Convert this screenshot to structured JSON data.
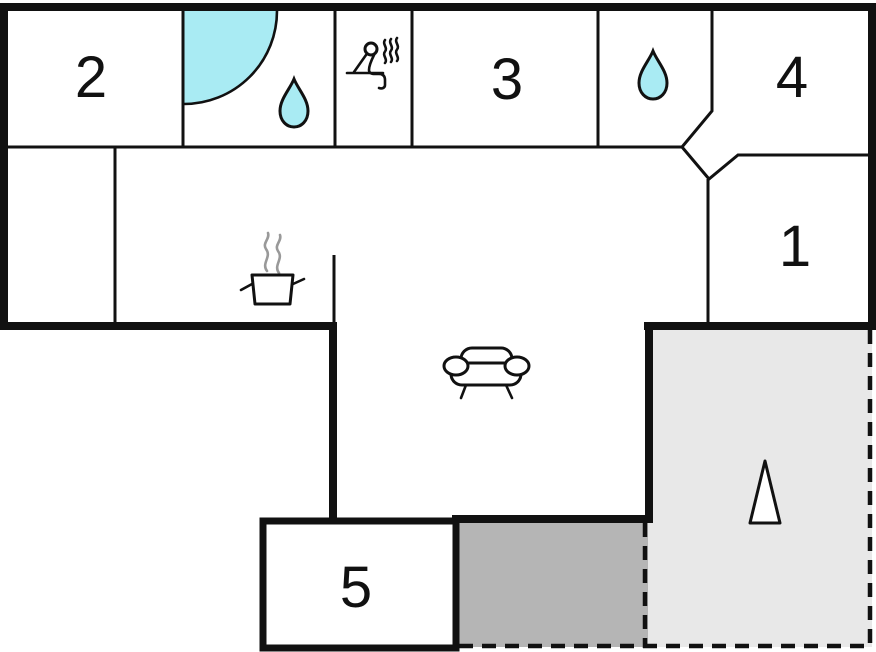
{
  "rooms": [
    {
      "label": "1"
    },
    {
      "label": "2"
    },
    {
      "label": "3"
    },
    {
      "label": "4"
    },
    {
      "label": "5"
    }
  ],
  "icons": {
    "bathroom_tub": "corner-bathtub-icon",
    "bathroom_drop": "water-drop-icon",
    "sauna": "sauna-person-steam-icon",
    "wc_drop": "water-drop-icon",
    "kitchen": "cooking-pot-steam-icon",
    "living": "sofa-icon",
    "terrace": "tree-icon"
  },
  "colors": {
    "wall": "#111111",
    "water": "#a9ebf3",
    "terrace": "#e8e8e8",
    "patio": "#b5b5b5",
    "steam": "#999999",
    "background": "#ffffff"
  }
}
